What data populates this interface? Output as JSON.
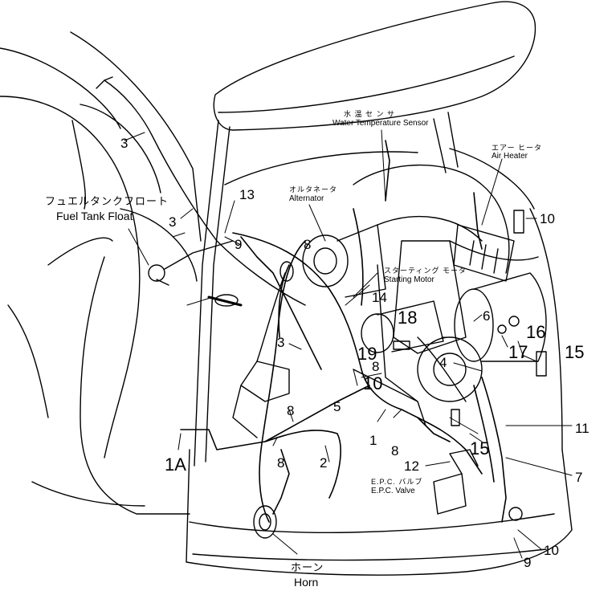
{
  "components": {
    "water_temp_sensor": {
      "jp": "水 温 セ ン サ",
      "en": "Water Temperature Sensor"
    },
    "air_heater": {
      "jp": "エアー ヒータ",
      "en": "Air Heater"
    },
    "alternator": {
      "jp": "オルタネータ",
      "en": "Alternator"
    },
    "starting_motor": {
      "jp": "スターティング モータ",
      "en": "Starting Motor"
    },
    "fuel_tank_float": {
      "jp": "フュエルタンクフロート",
      "en": "Fuel Tank Float"
    },
    "epc_valve": {
      "jp": "E.P.C. バルブ",
      "en": "E.P.C. Valve"
    },
    "horn": {
      "jp": "ホーン",
      "en": "Horn"
    }
  },
  "callouts": {
    "c1": "1",
    "c1a": "1A",
    "c2": "2",
    "c3a": "3",
    "c3b": "3",
    "c3c": "3",
    "c4": "4",
    "c5": "5",
    "c6": "6",
    "c7": "7",
    "c8a": "8",
    "c8b": "8",
    "c8c": "8",
    "c8d": "8",
    "c8e": "8",
    "c9a": "9",
    "c9b": "9",
    "c10a": "10",
    "c10b": "10",
    "c10c": "10",
    "c11": "11",
    "c12": "12",
    "c13": "13",
    "c14": "14",
    "c15a": "15",
    "c15b": "15",
    "c16": "16",
    "c17": "17",
    "c18": "18",
    "c19": "19"
  }
}
